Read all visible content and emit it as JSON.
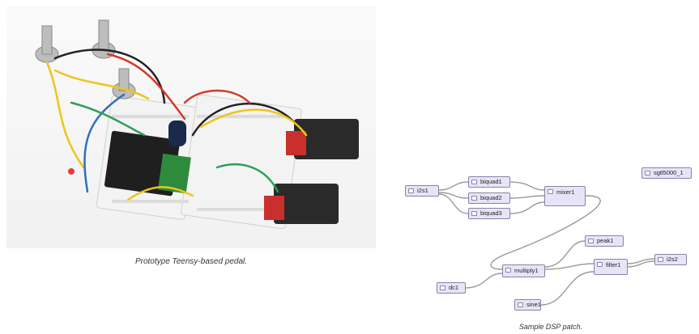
{
  "photo": {
    "caption": "Prototype Teensy-based pedal."
  },
  "patch": {
    "caption": "Sample DSP patch.",
    "nodes": {
      "i2s1": "i2s1",
      "biquad1": "biquad1",
      "biquad2": "biquad2",
      "biquad3": "biquad3",
      "mixer1": "mixer1",
      "sgtl5000_1": "sgtl5000_1",
      "peak1": "peak1",
      "multiply1": "multiply1",
      "filter1": "filter1",
      "i2s2": "i2s2",
      "dc1": "dc1",
      "sine1": "sine1"
    }
  },
  "colors": {
    "node_fill": "#e8e4f8",
    "node_border": "#8a83a6",
    "wire": "#9a9a9a"
  }
}
